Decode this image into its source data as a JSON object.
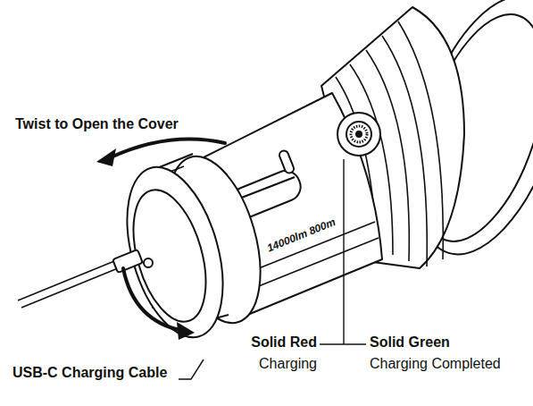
{
  "diagram": {
    "labels": [
      "Twist to Open the Cover",
      "14000lm 800m",
      "Solid Red",
      "Charging",
      "Solid Green",
      "Charging Completed",
      "USB-C Charging Cable"
    ]
  }
}
